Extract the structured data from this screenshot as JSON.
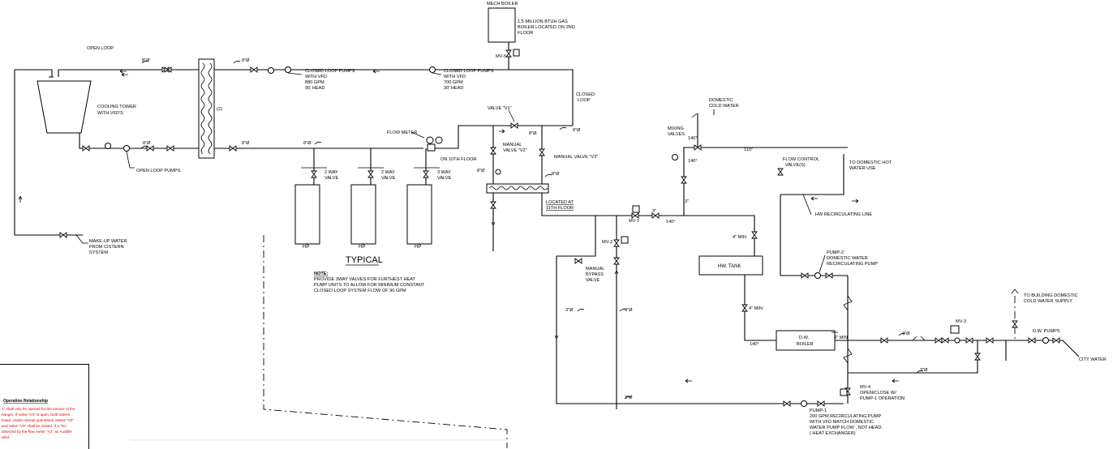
{
  "labels": {
    "mech_boiler": "MECH BOILER",
    "boiler_desc": [
      "1.5 MILLION BTUH GAS",
      "BOILER LOCATED ON 2ND",
      "FLOOR"
    ],
    "open_loop": "OPEN LOOP",
    "closed_loop": [
      "CLOSED",
      "LOOP"
    ],
    "cooling_tower": [
      "COOLING TOWER",
      "WITH VFD'S"
    ],
    "hx_count": "(2)",
    "closed_loop_pumps_1": [
      "CLOSED LOOP PUMPS",
      "WITH VFD",
      "880 GPM",
      "95' HEAD"
    ],
    "closed_loop_pumps_2": [
      "CLOSED LOOP PUMPS",
      "WITH VFD",
      "700 GPM",
      "30' HEAD"
    ],
    "open_loop_pumps": "OPEN LOOP PUMPS",
    "flow_meter": "FLOW METER",
    "on_10th_floor": "ON 10TH FLOOR",
    "valve_v1": "VALVE \"V1\"",
    "manual_valve_v2": [
      "MANUAL",
      "VALVE \"V2\""
    ],
    "manual_valve_v3": "MANUAL VALVE \"V3\"",
    "two_way_valve": [
      "2 WAY",
      "VALVE"
    ],
    "three_way_valve": [
      "3 WAY",
      "VALVE"
    ],
    "hp": "HP",
    "typical": "TYPICAL",
    "note_title": "NOTE:",
    "note_lines": [
      "PROVIDE 3WAY VALVES FOR FURTHEST HEAT",
      "PUMP UNITS TO ALLOW FOR MINIMUM CONSTANT",
      "CLOSED LOOP SYSTEM FLOW OF 90 GPM"
    ],
    "makeup_water": [
      "MAKE-UP WATER",
      "FROM CISTERN",
      "SYSTEM"
    ],
    "located_at": [
      "LOCATED AT",
      "11TH FLOOR"
    ],
    "manual_bypass": [
      "MANUAL",
      "BYPASS",
      "VALVE"
    ],
    "domestic_cold": [
      "DOMESTIC",
      "COLD WATER"
    ],
    "mixing_valves": [
      "MIXING",
      "VALVES"
    ],
    "flow_control": [
      "FLOW CONTROL",
      "VALVE(S)"
    ],
    "to_domestic_hot": [
      "TO DOMESTIC HOT",
      "WATER USE"
    ],
    "hw_recirc_line": "HW RECIRCULATING LINE",
    "hw_tank": "HW. TANK",
    "dw_boiler": [
      "D.W.",
      "BOILER"
    ],
    "pump2": [
      "PUMP-2",
      "DOMESTIC WATER",
      "RECIRCULATING PUMP"
    ],
    "to_bldg_domestic": [
      "TO BUILDING DOMESTIC",
      "COLD WATER SUPPLY"
    ],
    "dw_pumps": "D.W. PUMPS",
    "city_water": "CITY WATER",
    "mv1": "MV-1",
    "mv2": "MV-2",
    "mv3": "MV-3",
    "mv4": [
      "MV-4",
      "OPEN/CLOSE W/",
      "PUMP-1 OPERATION"
    ],
    "mv5": "MV-5",
    "pump1": [
      "PUMP-1",
      "200 GPM RECIRCULATING PUMP",
      "WITH VFD MATCH DOMESTIC",
      "WATER PUMP FLOW , NOT HEAD.",
      "( HEAT EXCHANGER)"
    ],
    "temp_140_a": "140°",
    "temp_140_b": "140°",
    "temp_140_c": "140°",
    "temp_110": "110°",
    "size_8": "8\"Ø",
    "size_3": "3\"Ø",
    "size_3in": "3\"",
    "min_4": "4\" MIN"
  },
  "operation_panel": {
    "title": "Operation Relationship",
    "lines": [
      "1\" shall only be opened for the service of the",
      "hanger. If Valve \"V3\" is open, both Valves",
      "losed. Under normal operations Valves \"V2\"",
      "and Valve \"V3\" shall be closed. If a \"No",
      "detected by the flow meter \"V1\" an Audible",
      "ated."
    ]
  },
  "colors": {
    "line": "#000000",
    "warning_text": "#e00000"
  }
}
